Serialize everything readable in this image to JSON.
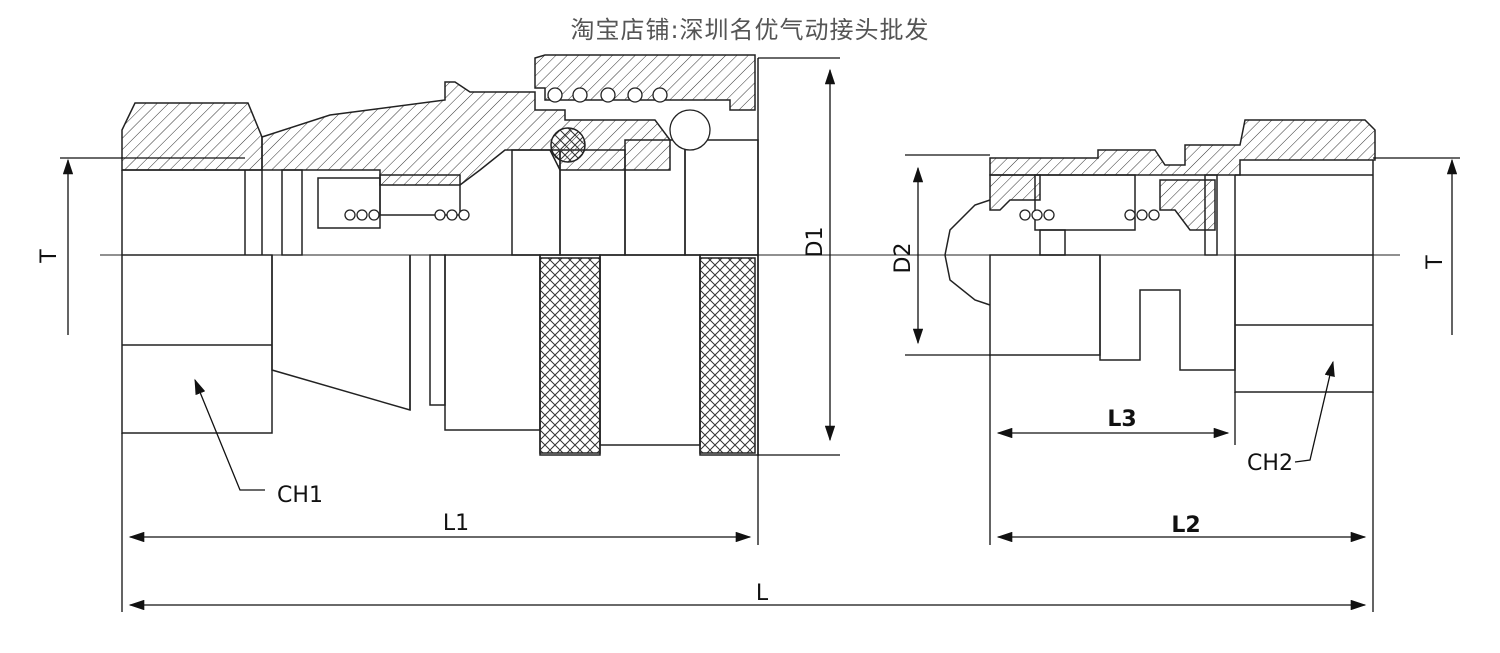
{
  "header": {
    "title": "淘宝店铺:深圳名优气动接头批发"
  },
  "labels": {
    "T_left": "T",
    "T_right": "T",
    "D1": "D1",
    "D2": "D2",
    "CH1": "CH1",
    "CH2": "CH2",
    "L1": "L1",
    "L2": "L2",
    "L3": "L3",
    "L": "L"
  }
}
